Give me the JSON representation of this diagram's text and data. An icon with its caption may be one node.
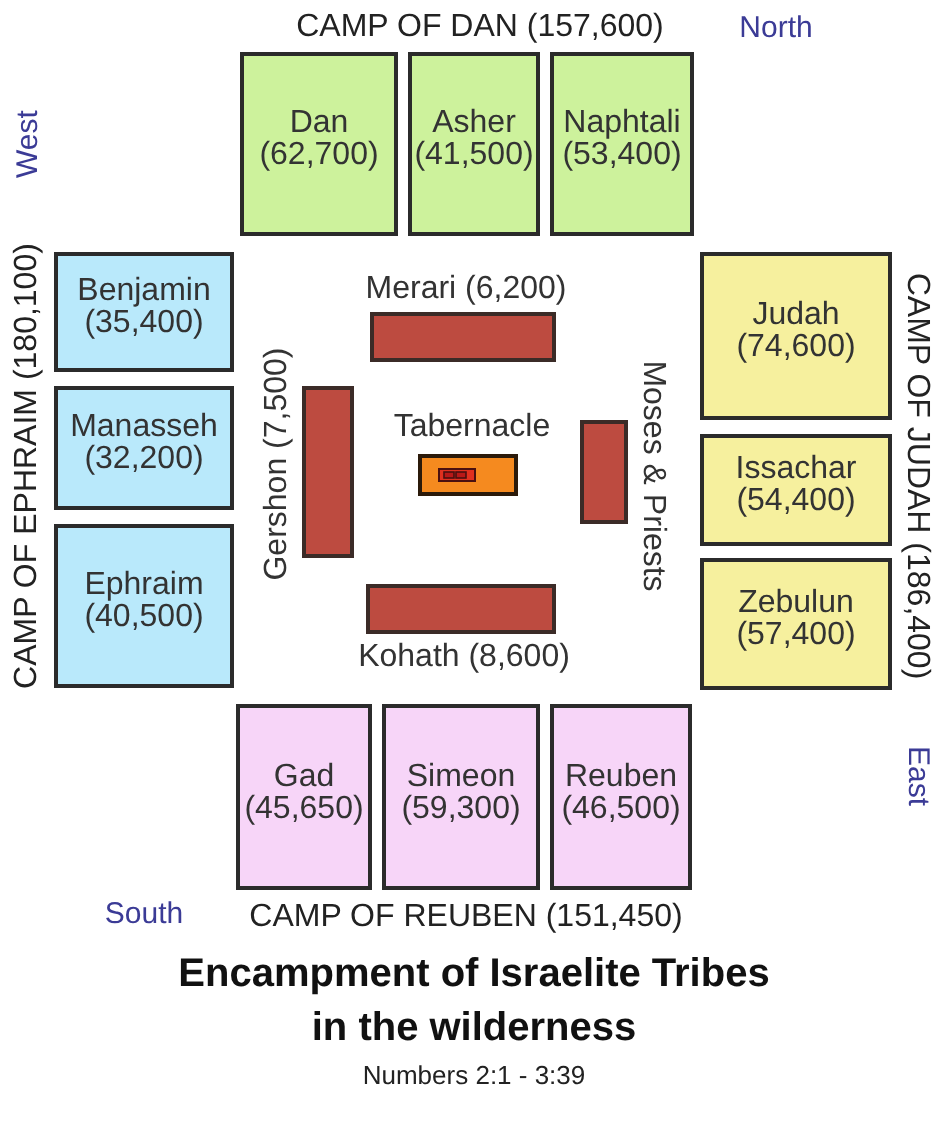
{
  "diagram": {
    "title": "Encampment of Israelite Tribes in the wilderness",
    "caption": "Numbers 2:1 - 3:39",
    "nodes": [
      {
        "text": [
          "Dan",
          "(62,700)"
        ]
      },
      {
        "text": [
          "Asher",
          "(41,500)"
        ]
      },
      {
        "text": [
          "Naphtali",
          "(53,400)"
        ]
      },
      {
        "text": [
          "Benjamin",
          "(35,400)"
        ]
      },
      {
        "text": [
          "Manasseh",
          "(32,200)"
        ]
      },
      {
        "text": [
          "Ephraim",
          "(40,500)"
        ]
      },
      {
        "text": [],
        "shape": "bar",
        "beside": [
          "Merari (6,200)"
        ]
      },
      {
        "text": [],
        "shape": "bar",
        "beside": [
          "Gershon (7,500)"
        ]
      },
      {
        "text": [],
        "shape": "box",
        "beside": [
          "Tabernacle"
        ]
      },
      {
        "text": [],
        "shape": "bar",
        "beside": [
          "Moses & Priests"
        ]
      },
      {
        "text": [],
        "shape": "bar",
        "beside": [
          "Kohath (8,600)"
        ]
      },
      {
        "text": [
          "Judah",
          "(74,600)"
        ]
      },
      {
        "text": [
          "Issachar",
          "(54,400)"
        ]
      },
      {
        "text": [
          "Zebulun",
          "(57,400)"
        ]
      },
      {
        "text": [
          "Gad",
          "(45,650)"
        ]
      },
      {
        "text": [
          "Simeon",
          "(59,300)"
        ]
      },
      {
        "text": [
          "Reuben",
          "(46,500)"
        ]
      }
    ],
    "labels": [
      "CAMP OF DAN (157,600)",
      "North",
      "West",
      "CAMP OF EPHRAIM (180,100)",
      "CAMP OF JUDAH (186,400)",
      "East",
      "South",
      "CAMP OF REUBEN (151,450)"
    ]
  }
}
